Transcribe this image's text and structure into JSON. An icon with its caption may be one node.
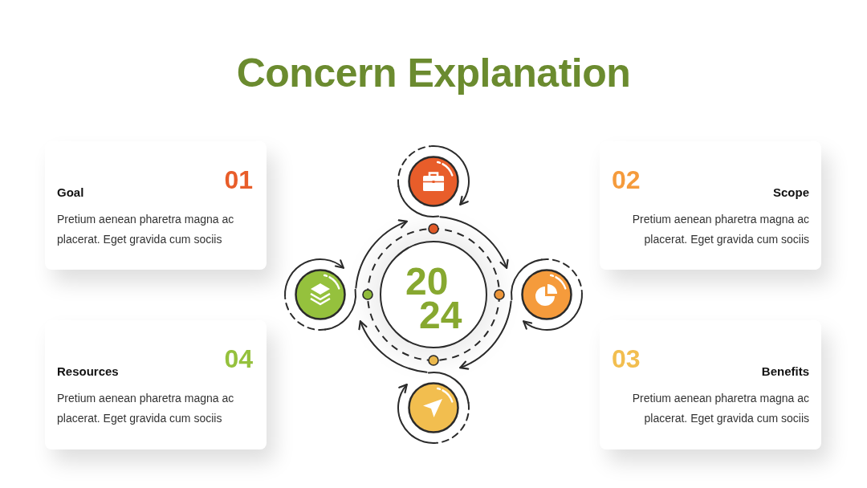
{
  "diagram": {
    "title": "Concern Explanation",
    "nodes": [
      {
        "text": [
          "01",
          "Goal",
          "Pretium aenean pharetra magna ac placerat. Eget gravida cum sociis"
        ]
      },
      {
        "text": [],
        "shape": "circle"
      },
      {
        "text": [
          "02",
          "Scope",
          "Pretium aenean pharetra magna ac placerat. Eget gravida cum sociis"
        ]
      },
      {
        "text": [],
        "shape": "circle"
      },
      {
        "text": [
          "20 24"
        ]
      },
      {
        "text": [],
        "shape": "circle"
      },
      {
        "text": [
          "04",
          "Resources",
          "Pretium aenean pharetra magna ac placerat. Eget gravida cum sociis"
        ]
      },
      {
        "text": [],
        "shape": "circle"
      },
      {
        "text": [
          "03",
          "Benefits",
          "Pretium aenean pharetra magna ac placerat. Eget gravida cum sociis"
        ]
      }
    ],
    "edges": [
      {
        "from": 1,
        "to": 5,
        "arrow": "to"
      },
      {
        "from": 5,
        "to": 7,
        "arrow": "to"
      },
      {
        "from": 7,
        "to": 3,
        "arrow": "to"
      },
      {
        "from": 3,
        "to": 1,
        "arrow": "to"
      }
    ]
  }
}
